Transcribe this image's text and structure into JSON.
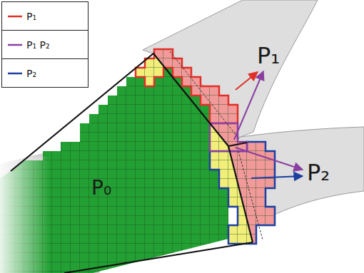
{
  "diagram": {
    "labels": [
      "P₀",
      "P₁",
      "P₂"
    ],
    "legend": [
      {
        "text": "P₁"
      },
      {
        "text": "P₁ P₂"
      },
      {
        "text": "P₂"
      }
    ]
  }
}
